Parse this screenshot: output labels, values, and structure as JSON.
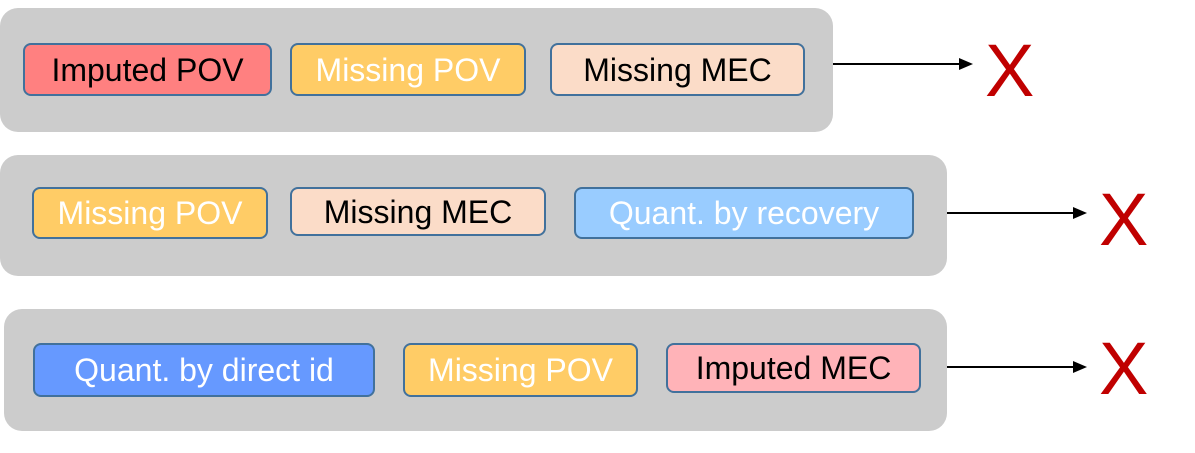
{
  "colors": {
    "imputed_pov": "#ff8080",
    "missing_pov": "#ffcc66",
    "missing_mec": "#fbdcc8",
    "quant_recovery": "#99ccff",
    "quant_direct": "#6699ff",
    "imputed_mec": "#ffb3b8",
    "group_bg": "#cccccc",
    "x_mark": "#c00000"
  },
  "rows": [
    {
      "items": [
        {
          "label": "Imputed POV",
          "color": "#ff8080",
          "text_color": "#000000"
        },
        {
          "label": "Missing POV",
          "color": "#ffcc66",
          "text_color": "#ffffff"
        },
        {
          "label": "Missing MEC",
          "color": "#fbdcc8",
          "text_color": "#000000"
        }
      ],
      "result": "X"
    },
    {
      "items": [
        {
          "label": "Missing POV",
          "color": "#ffcc66",
          "text_color": "#ffffff"
        },
        {
          "label": "Missing MEC",
          "color": "#fbdcc8",
          "text_color": "#000000"
        },
        {
          "label": "Quant. by recovery",
          "color": "#99ccff",
          "text_color": "#ffffff"
        }
      ],
      "result": "X"
    },
    {
      "items": [
        {
          "label": "Quant. by direct id",
          "color": "#6699ff",
          "text_color": "#ffffff"
        },
        {
          "label": "Missing POV",
          "color": "#ffcc66",
          "text_color": "#ffffff"
        },
        {
          "label": "Imputed MEC",
          "color": "#ffb3b8",
          "text_color": "#000000"
        }
      ],
      "result": "X"
    }
  ]
}
